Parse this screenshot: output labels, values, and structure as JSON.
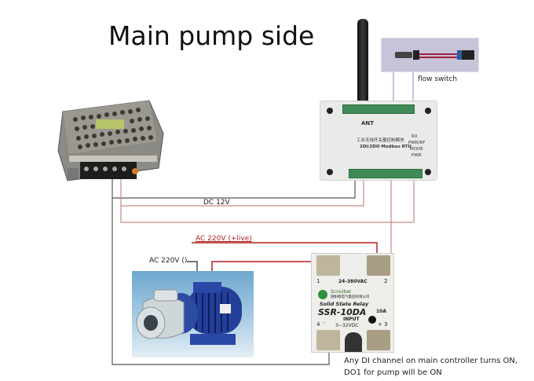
{
  "title": "Main pump side",
  "labels": {
    "flow_switch": "flow switch",
    "dc_12v": "DC 12V",
    "ac_220v_live": "AC 220V (+live)",
    "ac_220v_neutral": "AC 220V ()"
  },
  "note": {
    "line1": "Any DI channel on main controller turns ON,",
    "line2": "DO1 for pump will be ON"
  },
  "controller": {
    "antenna_label": "ANT",
    "model_line_cn": "工业无线开关量控制模块",
    "model_line": "2DI/2DO Modbus RTU",
    "status_leds": [
      "RX",
      "PWR/RF",
      "MODE",
      "PWR"
    ]
  },
  "ssr": {
    "brand": "Scnuiber",
    "brand_cn": "施耐德电气集团有限公司",
    "type": "Solid  State  Relay",
    "model": "SSR-10DA",
    "current": "10A",
    "ac_range": "24-380VAC",
    "input_label": "INPUT",
    "dc_range": "3~32VDC",
    "terminals": [
      "1",
      "2",
      "3",
      "4"
    ],
    "pos": "+",
    "neg": "-"
  },
  "colors": {
    "wire_dark": "#555555",
    "wire_red": "#c0392b",
    "wire_red_light": "#c98a8a",
    "wire_blue": "#8fa6c8",
    "terminal_green": "#3f8b57"
  }
}
